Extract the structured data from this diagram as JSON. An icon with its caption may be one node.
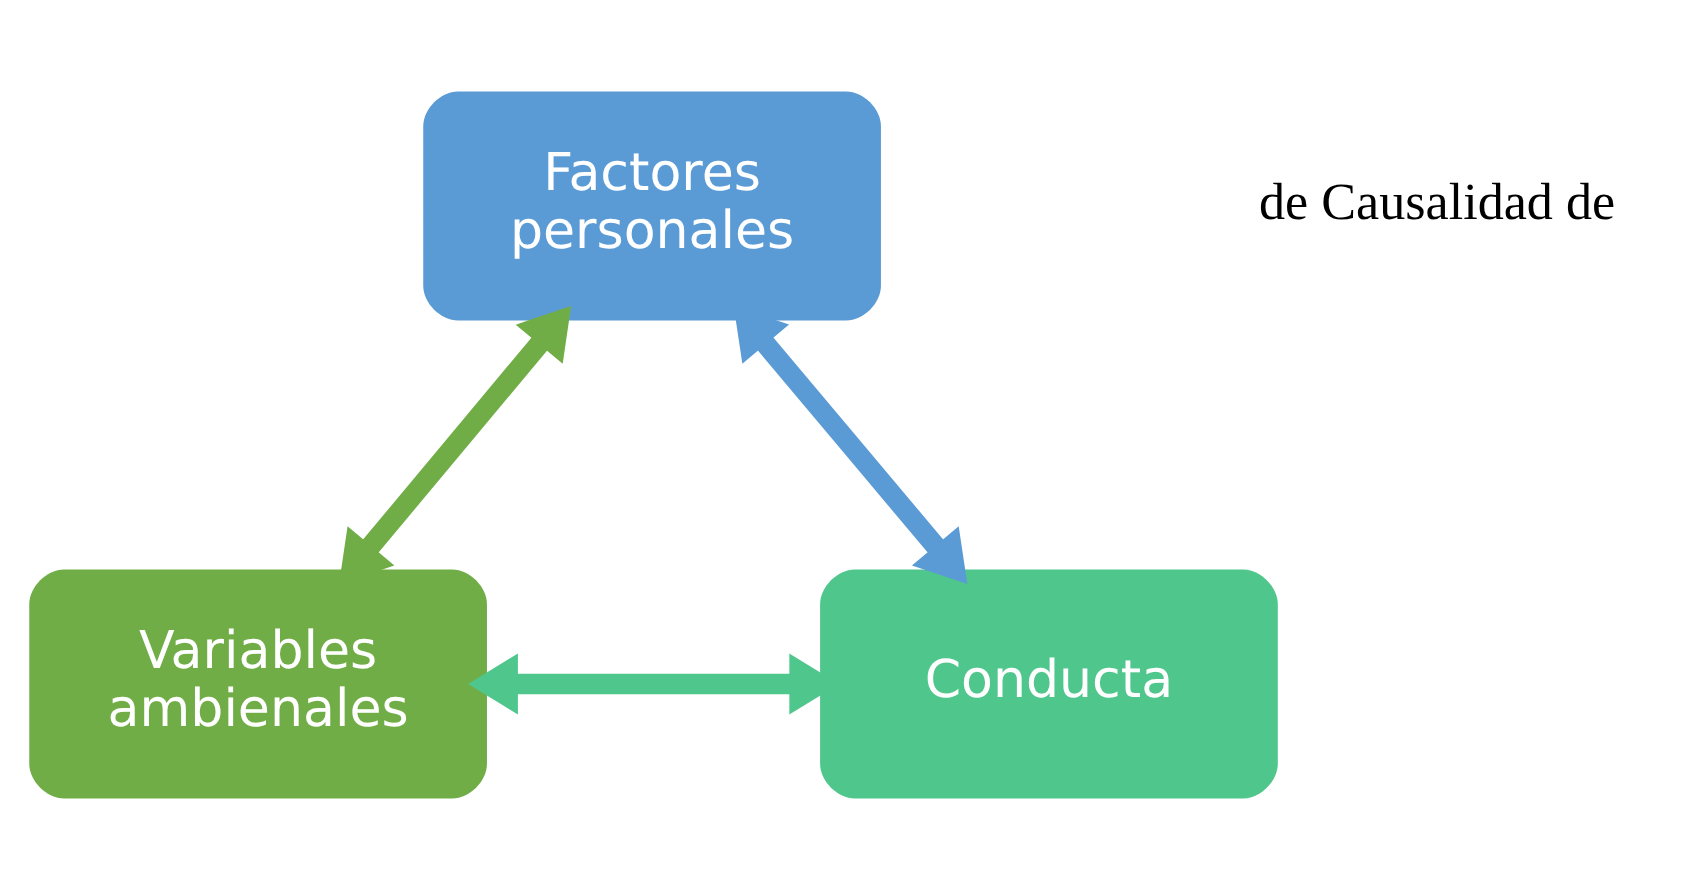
{
  "diagram": {
    "nodes": [
      {
        "text": [
          "Factores personales"
        ]
      },
      {
        "text": [
          "Variables ambienales"
        ]
      },
      {
        "text": [
          "Conducta"
        ]
      }
    ],
    "edges": [
      {
        "from": 0,
        "to": 1,
        "arrow": "both",
        "color": "#70ad47"
      },
      {
        "from": 0,
        "to": 2,
        "arrow": "both",
        "color": "#5b9bd5"
      },
      {
        "from": 1,
        "to": 2,
        "arrow": "both",
        "color": "#4fc68c"
      }
    ],
    "labels": [
      "de Causalidad de"
    ]
  }
}
